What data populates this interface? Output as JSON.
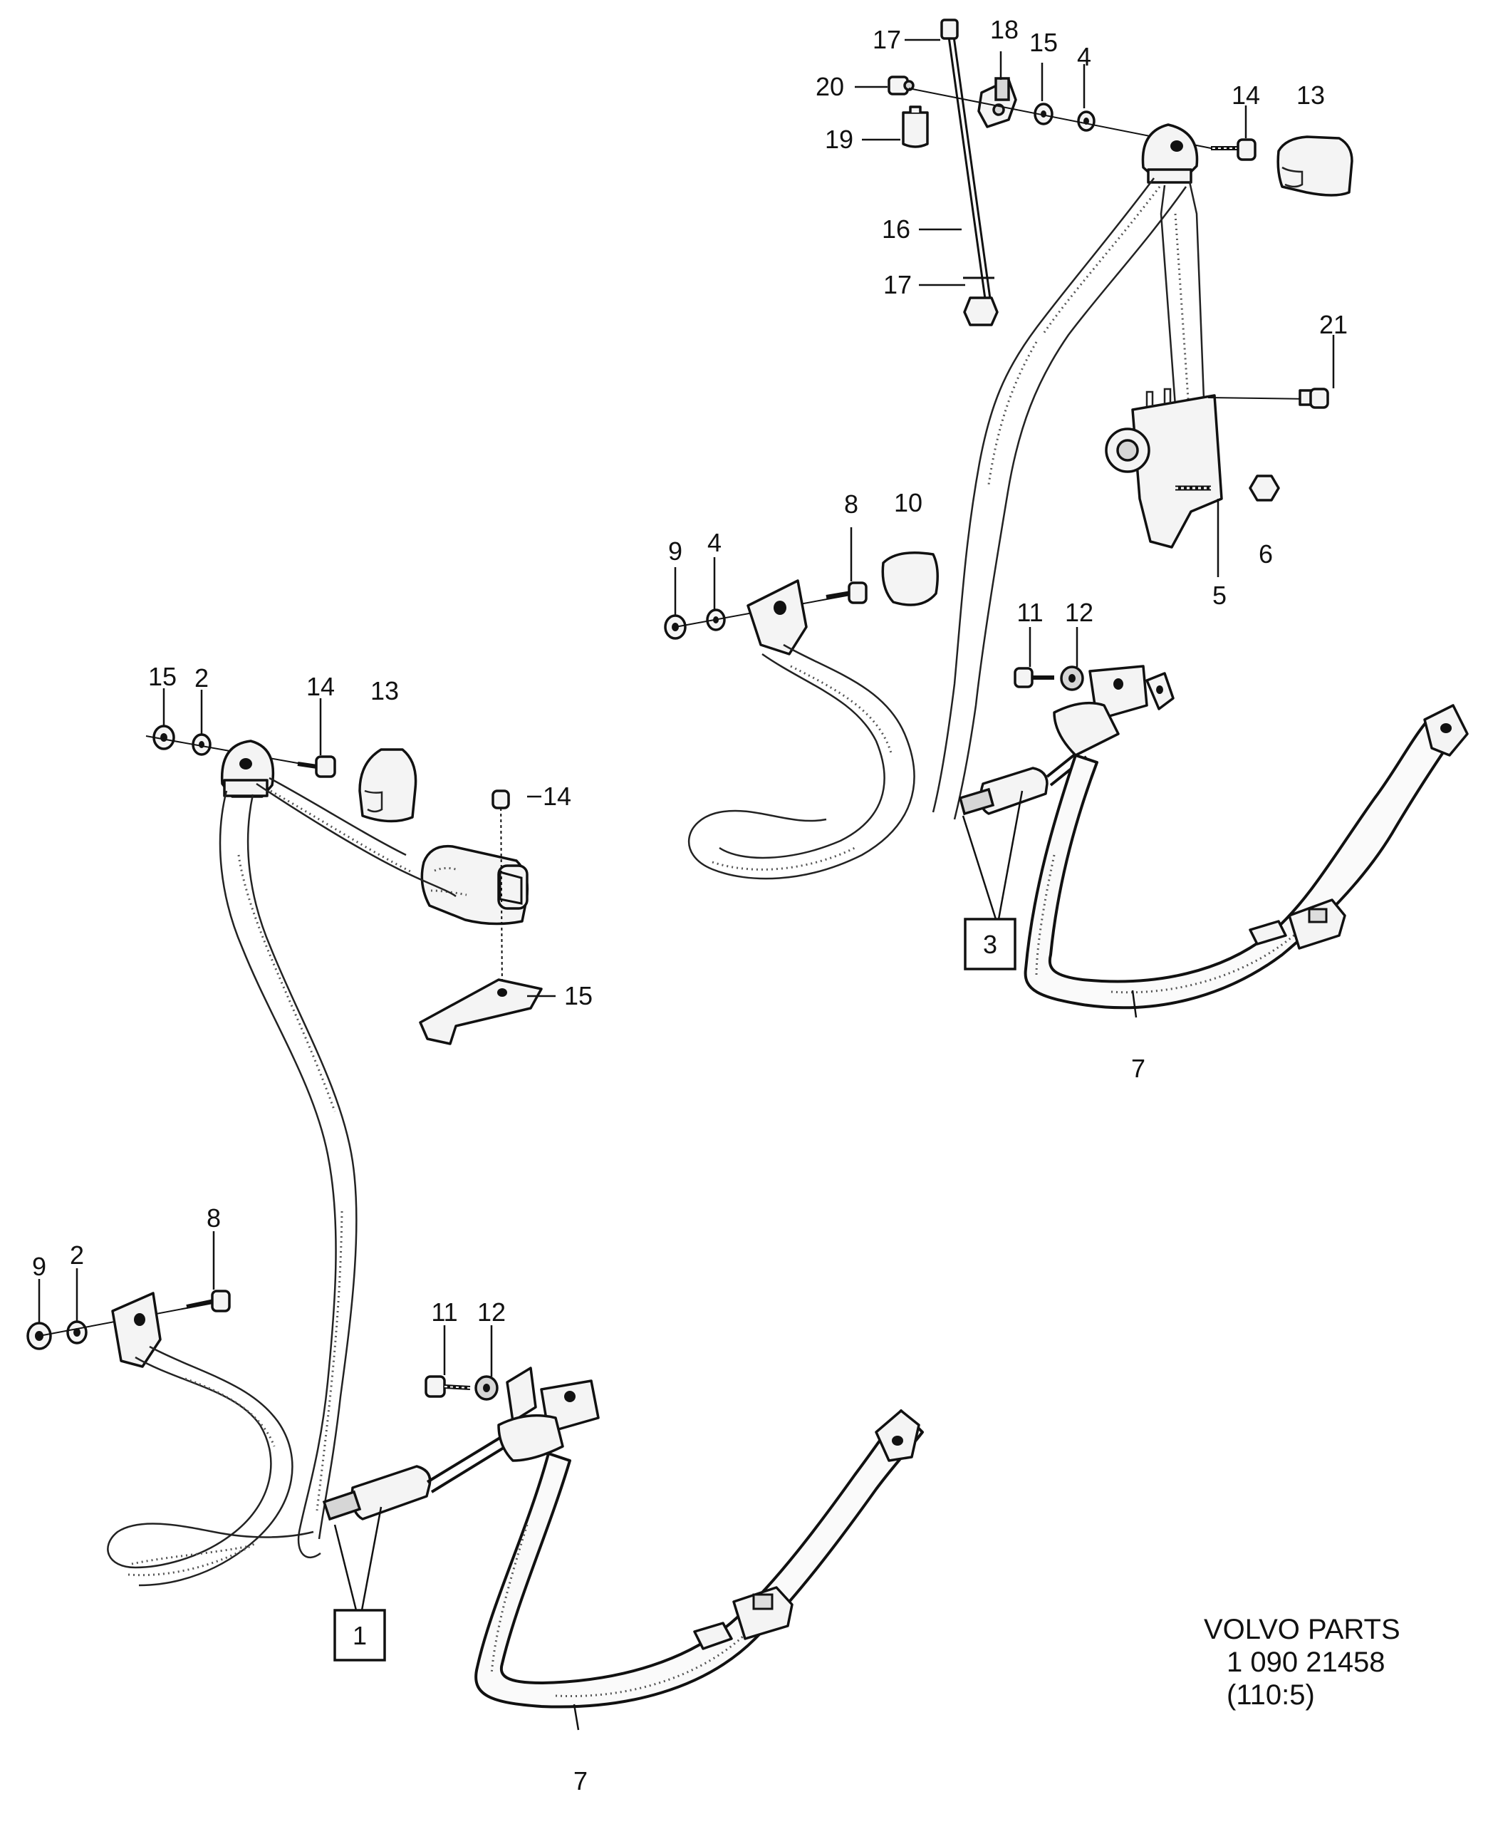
{
  "upper_assembly": {
    "labels": {
      "n17_top": "17",
      "n18": "18",
      "n15": "15",
      "n4_top": "4",
      "n20": "20",
      "n14": "14",
      "n13": "13",
      "n19": "19",
      "n16": "16",
      "n17_bottom": "17",
      "n21": "21",
      "n6": "6",
      "n5": "5",
      "n8": "8",
      "n10": "10",
      "n9": "9",
      "n4_mid": "4",
      "n11": "11",
      "n12": "12",
      "n7": "7"
    },
    "reference_box": "3"
  },
  "lower_assembly": {
    "labels": {
      "n15_top": "15",
      "n2_top": "2",
      "n14_top": "14",
      "n13": "13",
      "n14_right": "14",
      "n15_right": "15",
      "n8": "8",
      "n9": "9",
      "n2_bottom": "2",
      "n11": "11",
      "n12": "12",
      "n7": "7"
    },
    "reference_box": "1"
  },
  "caption": {
    "line1": "VOLVO  PARTS",
    "line2": "1 090 21458",
    "line3": "(110:5)"
  }
}
